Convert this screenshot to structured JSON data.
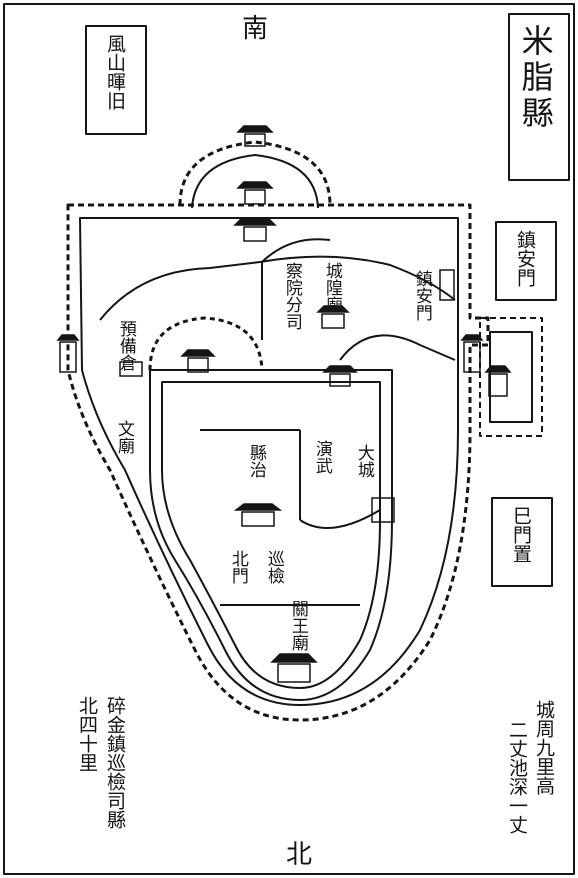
{
  "title": "米脂縣",
  "directions": {
    "top": "南",
    "bottom": "北"
  },
  "cartouches": {
    "top_left": "風山暉旧",
    "right_upper": "鎮安門",
    "right_lower": "巳門置"
  },
  "buildings": {
    "b1": "鎮安門",
    "b2": "察院分司",
    "b3": "城隍廟",
    "b4": "文廟",
    "b5": "縣治",
    "b6": "預備倉",
    "b7": "演武",
    "b8": "巡檢",
    "b9": "關王廟",
    "b10": "北門",
    "b11": "大城"
  },
  "notes": {
    "bottom_right": [
      "城周九里高",
      "二丈池深一丈"
    ],
    "bottom_left": [
      "碎金鎮巡檢司縣",
      "北四十里"
    ]
  },
  "colors": {
    "ink": "#151515",
    "paper": "#ffffff"
  }
}
